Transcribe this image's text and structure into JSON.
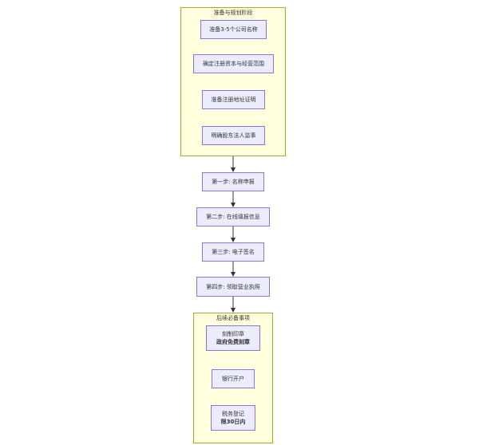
{
  "clusters": {
    "prep": {
      "title": "准备与规划阶段"
    },
    "post": {
      "title": "后续必备事项"
    }
  },
  "nodes": {
    "prep_names": "准备3-5个公司名称",
    "prep_capital": "确定注册资本与经营范围",
    "prep_address": "准备注册地址证明",
    "prep_roles": "明确股东法人监事",
    "step1": "第一步: 名称申报",
    "step2": "第二步: 在线填报信息",
    "step3": "第三步: 电子签名",
    "step4": "第四步: 领取营业执照",
    "seal_line1": "刻制印章",
    "seal_line2": "政府免费刻章",
    "bank": "银行开户",
    "tax_line1": "税务登记",
    "tax_line2": "限30日内"
  }
}
